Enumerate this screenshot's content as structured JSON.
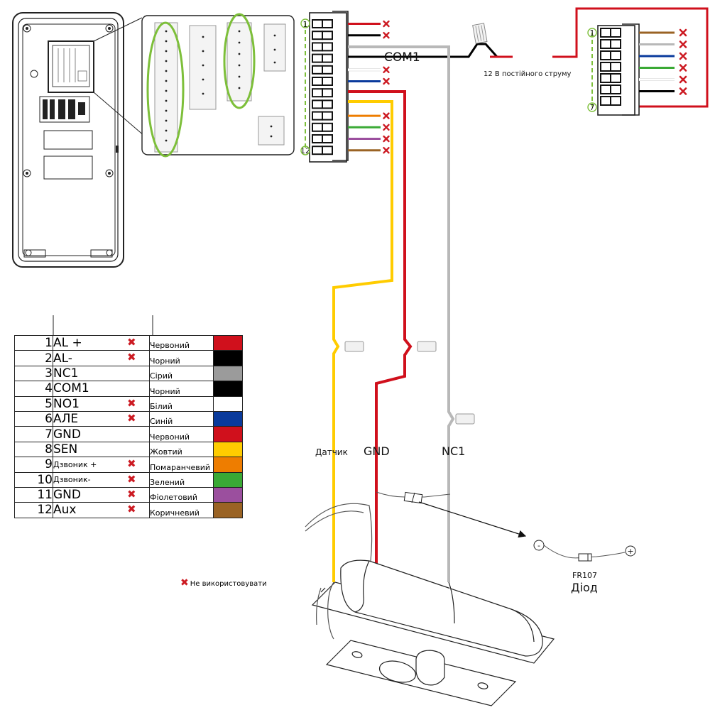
{
  "pins_main": [
    {
      "num": "1",
      "signal": "AL +",
      "unused": true,
      "color_name": "Червоний",
      "color": "#d0101c"
    },
    {
      "num": "2",
      "signal": "AL-",
      "unused": true,
      "color_name": "Чорний",
      "color": "#000000"
    },
    {
      "num": "3",
      "signal": "NC1",
      "unused": false,
      "color_name": "Сірий",
      "color": "#9b9b9b"
    },
    {
      "num": "4",
      "signal": "COM1",
      "unused": false,
      "color_name": "Чорний",
      "color": "#000000"
    },
    {
      "num": "5",
      "signal": "NO1",
      "unused": true,
      "color_name": "Білий",
      "color": "#ffffff"
    },
    {
      "num": "6",
      "signal": "АЛЕ",
      "unused": true,
      "color_name": "Синій",
      "color": "#0a3a9c"
    },
    {
      "num": "7",
      "signal": "GND",
      "unused": false,
      "color_name": "Червоний",
      "color": "#d0101c"
    },
    {
      "num": "8",
      "signal": "SEN",
      "unused": false,
      "color_name": "Жовтий",
      "color": "#ffcc00"
    },
    {
      "num": "9",
      "signal": "Дзвоник +",
      "unused": true,
      "color_name": "Помаранчевий",
      "color": "#ee7d00",
      "small": true
    },
    {
      "num": "10",
      "signal": "Дзвоник-",
      "unused": true,
      "color_name": "Зелений",
      "color": "#3aa935",
      "small": true
    },
    {
      "num": "11",
      "signal": "GND",
      "unused": true,
      "color_name": "Фіолетовий",
      "color": "#9b4f9e"
    },
    {
      "num": "12",
      "signal": "Aux",
      "unused": true,
      "color_name": "Коричневий",
      "color": "#9a6324"
    }
  ],
  "legend": {
    "not_used": "Не використовувати"
  },
  "labels": {
    "com1": "COM1",
    "dc12": "12 В постійного струму",
    "sensor": "Датчик",
    "gnd": "GND",
    "nc1": "NC1",
    "diode_model": "FR107",
    "diode": "Діод",
    "minus": "-",
    "plus": "+",
    "main_pin_first": "1",
    "main_pin_last": "12",
    "aux_pin_first": "1",
    "aux_pin_last": "7"
  },
  "aux_connector_wires": [
    "#9a6324",
    "#b8b8b8",
    "#0a3a9c",
    "#3aa935",
    "#ffffff",
    "#000000"
  ],
  "colors": {
    "unused_mark": "#cc1a22",
    "highlight": "#7dbf3a",
    "psu_wire": "#d0101c"
  }
}
